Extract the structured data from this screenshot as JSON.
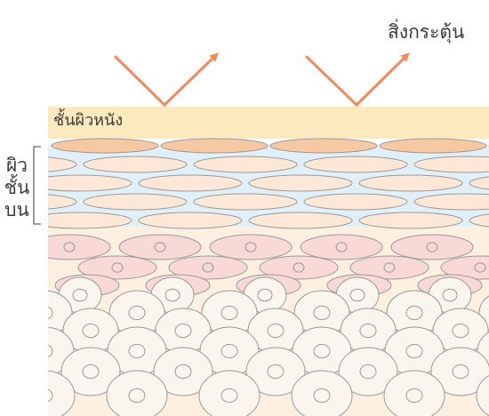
{
  "labels": {
    "stimulus": "สิ่งกระตุ้น",
    "skin_surface": "ชั้นผิวหนัง",
    "epidermis_lines": [
      "ผิว",
      "ชั้น",
      "บน"
    ]
  },
  "colors": {
    "arrow": "#f08a5d",
    "surface_band": "#fce9bd",
    "surface_cell": "#f6c9a4",
    "flat_layer_bg": "#e1eff8",
    "flat_cell": "#fde7d6",
    "deep_layer_bg": "#fdf0e1",
    "pink_cell": "#f9d9d6",
    "round_cell": "#fbf6ed",
    "cell_outline": "#9a9a9a",
    "bracket": "#666666"
  }
}
